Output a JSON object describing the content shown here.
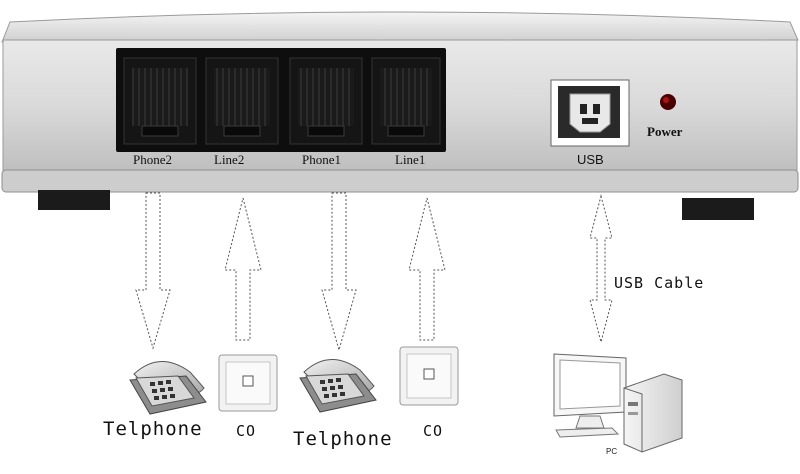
{
  "device": {
    "ports": [
      "Phone2",
      "Line2",
      "Phone1",
      "Line1"
    ],
    "usb_label": "USB",
    "power_label": "Power"
  },
  "connections": {
    "usb_cable_label": "USB Cable",
    "devices": [
      {
        "type": "telephone",
        "label": "Telphone"
      },
      {
        "type": "wall-jack",
        "label": "CO"
      },
      {
        "type": "telephone",
        "label": "Telphone"
      },
      {
        "type": "wall-jack",
        "label": "CO"
      }
    ],
    "pc_label": "PC"
  }
}
